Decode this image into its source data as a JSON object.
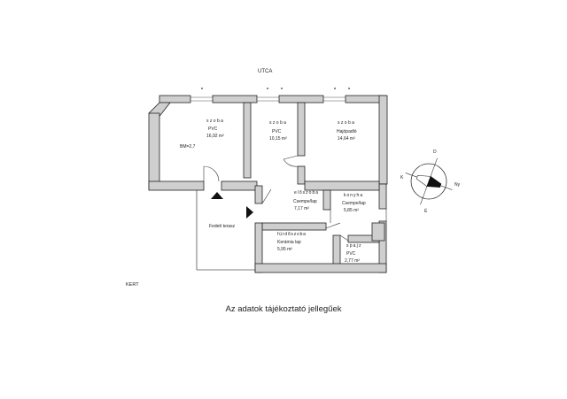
{
  "labels": {
    "street": "UTCA",
    "garden": "KERT",
    "note": "Az adatok tájékoztató jellegűek"
  },
  "rooms": [
    {
      "name": "szoba",
      "floor": "PVC",
      "area": "16,92 m²",
      "extra": "BM=2,7"
    },
    {
      "name": "szoba",
      "floor": "PVC",
      "area": "10,15 m²"
    },
    {
      "name": "szoba",
      "floor": "Hajópadló",
      "area": "14,64 m²"
    },
    {
      "name": "előszoba",
      "floor": "Csempe/lap",
      "area": "7,17 m²"
    },
    {
      "name": "konyha",
      "floor": "Csempe/lap",
      "area": "5,85 m²"
    },
    {
      "name": "fürdőszoba",
      "floor": "Kerámia lap",
      "area": "5,95 m²"
    },
    {
      "name": "spajz",
      "floor": "PVC",
      "area": "2,77 m²"
    }
  ],
  "terrace": "Fedett terasz",
  "compass": {
    "n": "É",
    "s": "D",
    "e": "K",
    "w": "Ny"
  },
  "colors": {
    "wall": "#cfcfcf",
    "line": "#222222"
  }
}
